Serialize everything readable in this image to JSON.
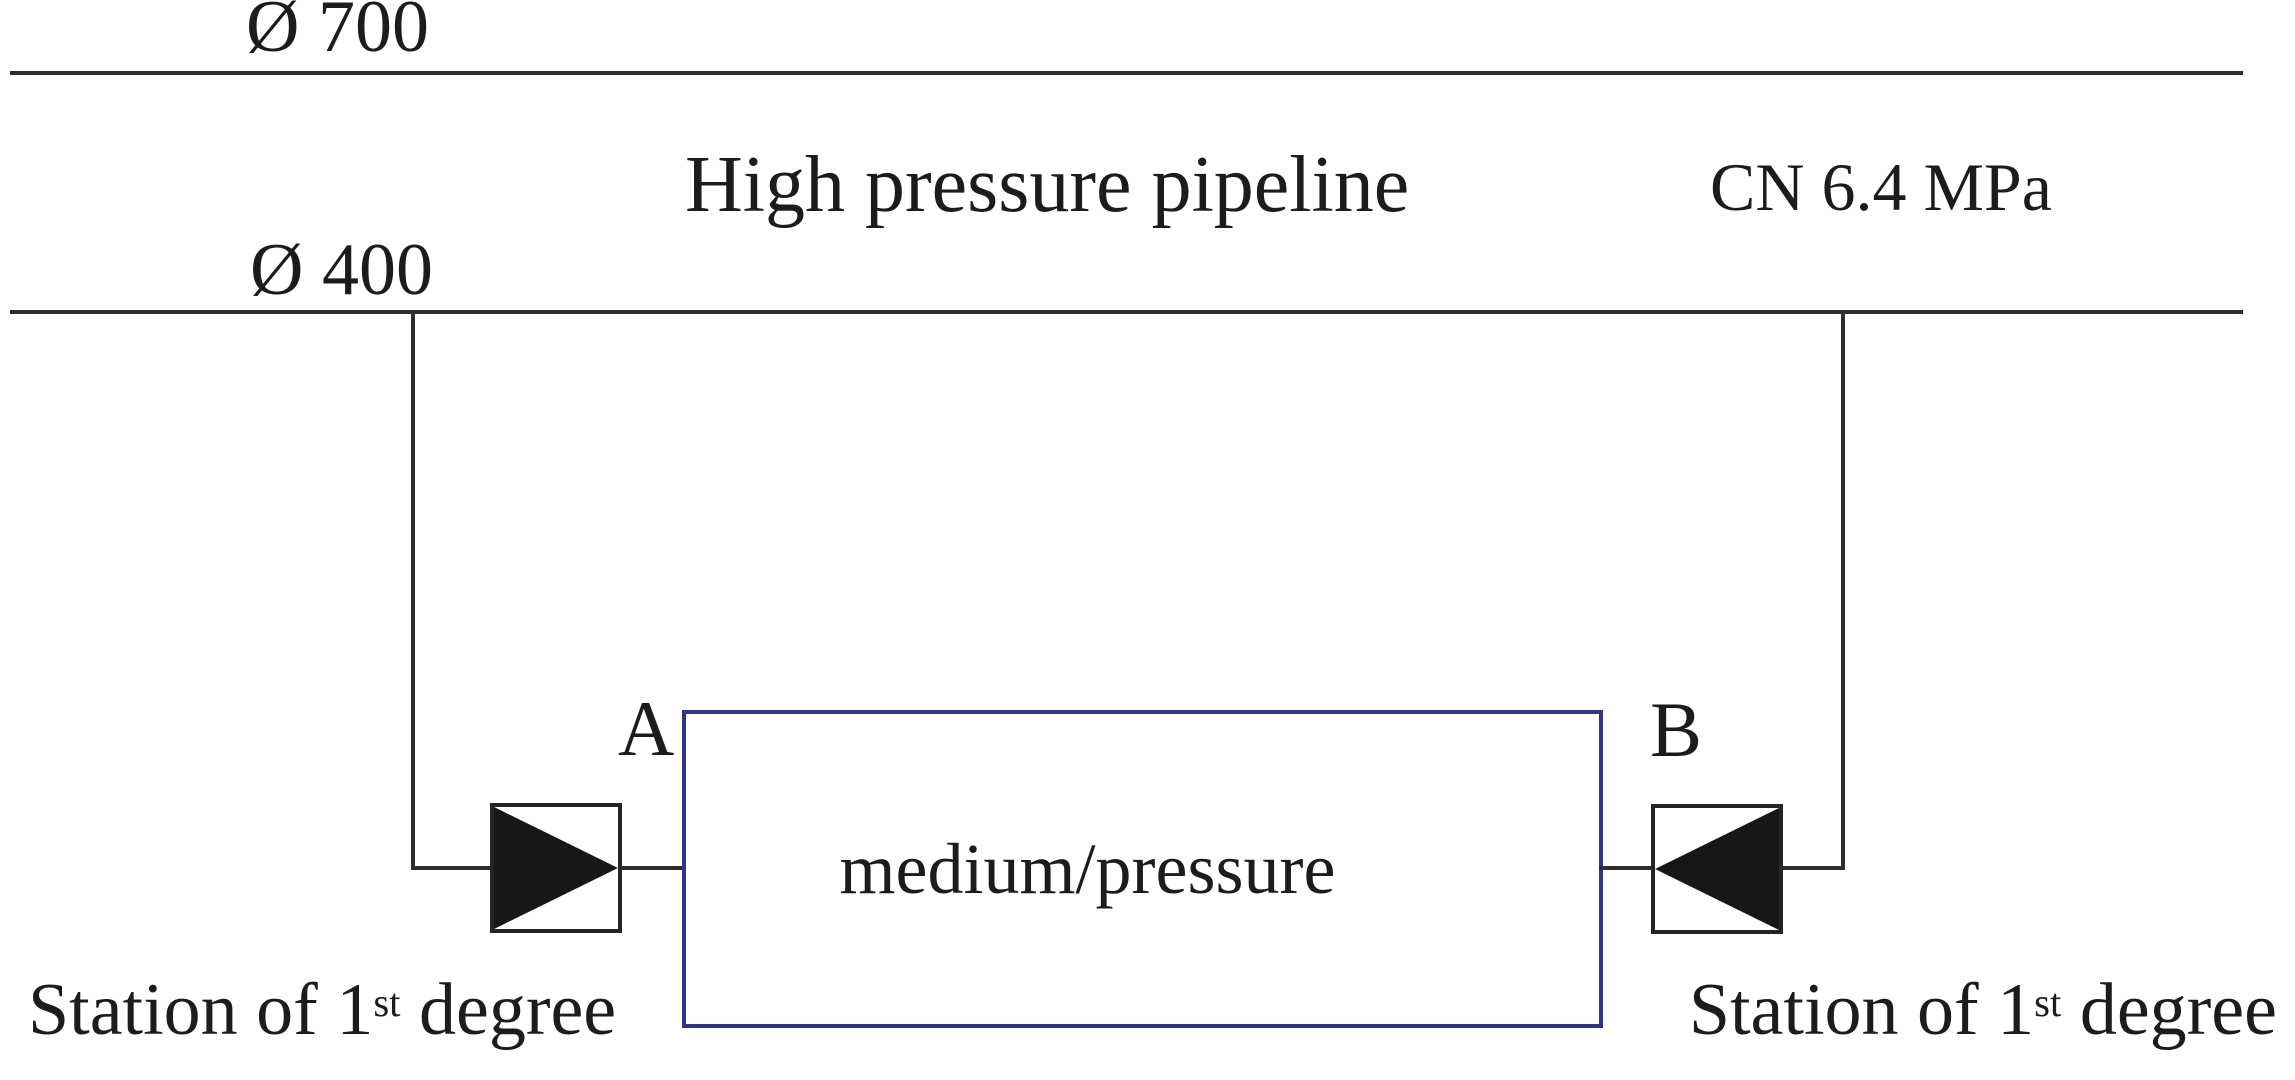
{
  "diagram": {
    "title": "High pressure pipeline",
    "pressure_rating": "CN 6.4 MPa",
    "pipelines": [
      {
        "id": "pipeline-700",
        "diameter_label": "Ø 700"
      },
      {
        "id": "pipeline-400",
        "diameter_label": "Ø 400"
      }
    ],
    "box_label": "medium/pressure",
    "valves": [
      {
        "id": "valve-a",
        "label": "A",
        "symbol": "filled-triangle-pointing-right-in-square"
      },
      {
        "id": "valve-b",
        "label": "B",
        "symbol": "filled-triangle-pointing-left-in-square"
      }
    ],
    "station_left": {
      "prefix": "Station of 1",
      "sup": "st",
      "suffix": " degree"
    },
    "station_right": {
      "prefix": "Station of 1",
      "sup": "st",
      "suffix": " degree"
    },
    "colors": {
      "line": "#2e2e2e",
      "valve_fill": "#171717",
      "box_border": "#333388",
      "text": "#1c1c1c",
      "background": "#ffffff"
    }
  }
}
